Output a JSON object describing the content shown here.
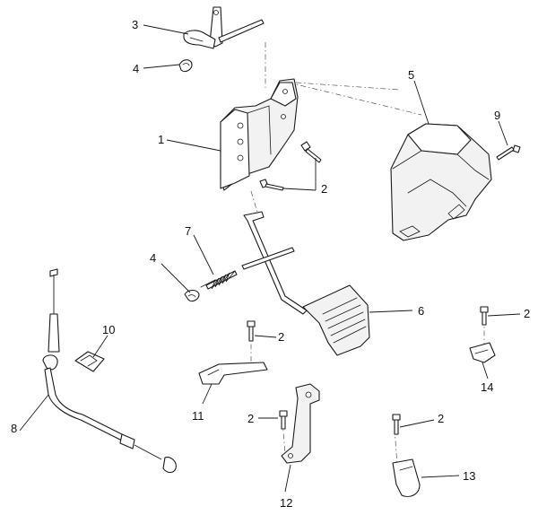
{
  "callouts": {
    "c1": "1",
    "c2a": "2",
    "c2b": "2",
    "c2c": "2",
    "c2d": "2",
    "c2e": "2",
    "c3": "3",
    "c4a": "4",
    "c4b": "4",
    "c5": "5",
    "c6": "6",
    "c7": "7",
    "c8": "8",
    "c9": "9",
    "c10": "10",
    "c11": "11",
    "c12": "12",
    "c13": "13",
    "c14": "14"
  }
}
